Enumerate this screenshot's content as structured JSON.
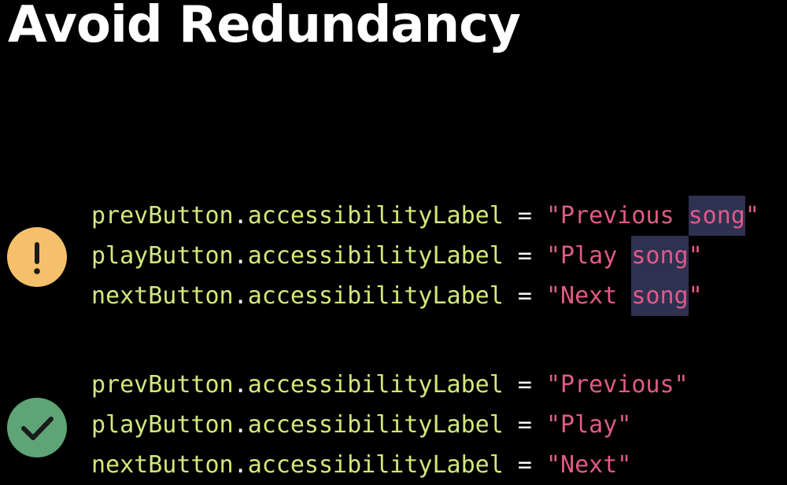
{
  "slide": {
    "title": "Avoid Redundancy"
  },
  "redundant_example": {
    "icon": "exclamation-icon",
    "icon_color": "#f5c06b",
    "lines": [
      {
        "object": "prevButton",
        "property": "accessibilityLabel",
        "operator": "=",
        "value_prefix": "\"Previous ",
        "value_highlight": "song",
        "value_suffix": "\""
      },
      {
        "object": "playButton",
        "property": "accessibilityLabel",
        "operator": "=",
        "value_prefix": "\"Play ",
        "value_highlight": "song",
        "value_suffix": "\""
      },
      {
        "object": "nextButton",
        "property": "accessibilityLabel",
        "operator": "=",
        "value_prefix": "\"Next ",
        "value_highlight": "song",
        "value_suffix": "\""
      }
    ]
  },
  "concise_example": {
    "icon": "checkmark-icon",
    "icon_color": "#5fa475",
    "lines": [
      {
        "object": "prevButton",
        "property": "accessibilityLabel",
        "operator": "=",
        "value": "\"Previous\""
      },
      {
        "object": "playButton",
        "property": "accessibilityLabel",
        "operator": "=",
        "value": "\"Play\""
      },
      {
        "object": "nextButton",
        "property": "accessibilityLabel",
        "operator": "=",
        "value": "\"Next\""
      }
    ]
  },
  "colors": {
    "background": "#000000",
    "identifier": "#d2e87a",
    "string": "#e05a8a",
    "highlight": "#2e3150"
  }
}
